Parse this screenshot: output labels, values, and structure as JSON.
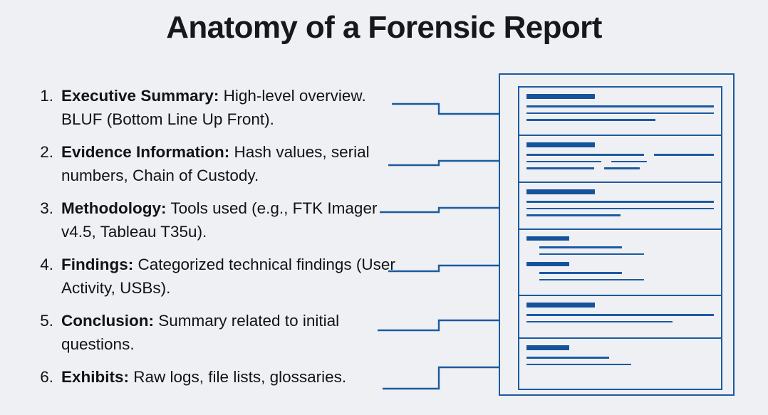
{
  "title": "Anatomy of a Forensic Report",
  "colors": {
    "background": "#eff0f3",
    "title_text": "#17181c",
    "body_text": "#121316",
    "accent_blue": "#1b5ba0",
    "bar_blue": "#14539c",
    "line_blue": "#1a5aa3"
  },
  "list": {
    "items": [
      {
        "number": "1.",
        "term": "Executive Summary:",
        "description": " High-level overview. BLUF (Bottom Line Up Front)."
      },
      {
        "number": "2.",
        "term": "Evidence Information:",
        "description": " Hash values, serial numbers, Chain of Custody."
      },
      {
        "number": "3.",
        "term": "Methodology:",
        "description": " Tools used (e.g., FTK Imager v4.5, Tableau T35u)."
      },
      {
        "number": "4.",
        "term": "Findings:",
        "description": " Categorized technical findings (User Activity, USBs)."
      },
      {
        "number": "5.",
        "term": "Conclusion:",
        "description": " Summary related to initial questions."
      },
      {
        "number": "6.",
        "term": "Exhibits:",
        "description": " Raw logs, file lists, glossaries."
      }
    ]
  },
  "document_graphic": {
    "label": "forensic-report-document",
    "sections": [
      {
        "name": "executive-summary-section",
        "maps_to_item": "1."
      },
      {
        "name": "evidence-information-section",
        "maps_to_item": "2."
      },
      {
        "name": "methodology-section",
        "maps_to_item": "3."
      },
      {
        "name": "findings-section",
        "maps_to_item": "4."
      },
      {
        "name": "conclusion-section",
        "maps_to_item": "5."
      },
      {
        "name": "exhibits-section",
        "maps_to_item": "6."
      }
    ]
  },
  "connectors": {
    "count": 6,
    "style": "elbow-with-arrowhead",
    "arrow_targets": [
      160,
      226,
      292,
      373,
      450,
      516
    ]
  }
}
